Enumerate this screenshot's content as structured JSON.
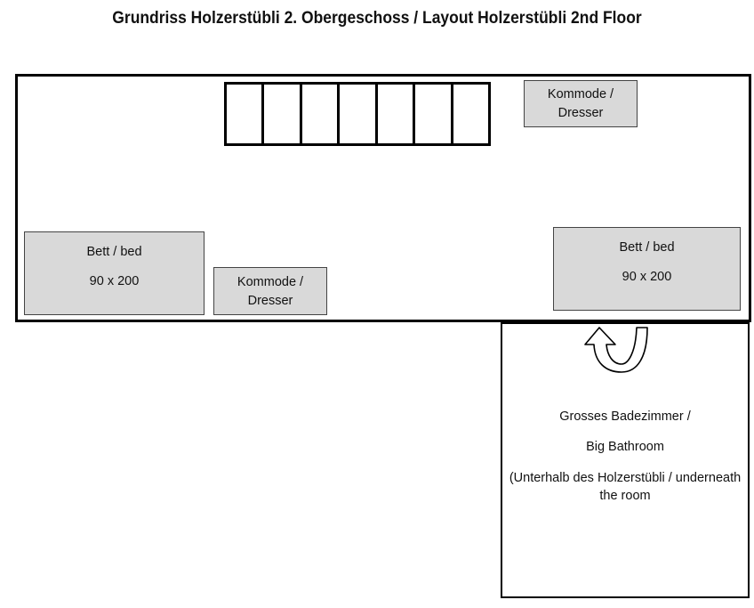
{
  "title": "Grundriss Holzerstübli 2. Obergeschoss / Layout Holzerstübli 2nd Floor",
  "room": {
    "stairs_steps": 7,
    "dresser_top": {
      "line1": "Kommode /",
      "line2": "Dresser"
    },
    "dresser_mid": {
      "line1": "Kommode /",
      "line2": "Dresser"
    },
    "bed_left": {
      "line1": "Bett / bed",
      "line2": "90 x 200"
    },
    "bed_right": {
      "line1": "Bett / bed",
      "line2": "90 x 200"
    }
  },
  "bathroom": {
    "line1": "Grosses Badezimmer /",
    "line2": "Big Bathroom",
    "line3a": "(Unterhalb des Holzerstübli / underneath",
    "line3b": "the room",
    "arrow_icon": "u-turn-arrow-icon"
  },
  "colors": {
    "furniture": "#d9d9d9",
    "wall": "#000000"
  }
}
